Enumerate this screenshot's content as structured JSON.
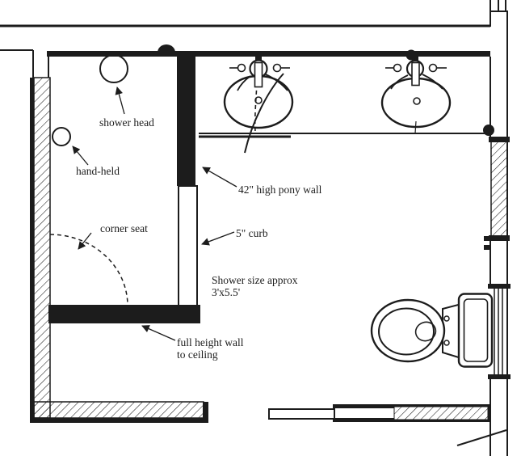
{
  "diagram": {
    "type": "bathroom floor plan",
    "colors": {
      "line": "#1c1c1c",
      "background": "#ffffff"
    },
    "labels": {
      "shower_head": "shower head",
      "hand_held": "hand-held",
      "corner_seat": "corner seat",
      "pony_wall": "42\" high pony wall",
      "curb": "5\" curb",
      "shower_size_1": "Shower size approx",
      "shower_size_2": "3'x5.5'",
      "full_height_1": "full height wall",
      "full_height_2": "to ceiling"
    }
  }
}
